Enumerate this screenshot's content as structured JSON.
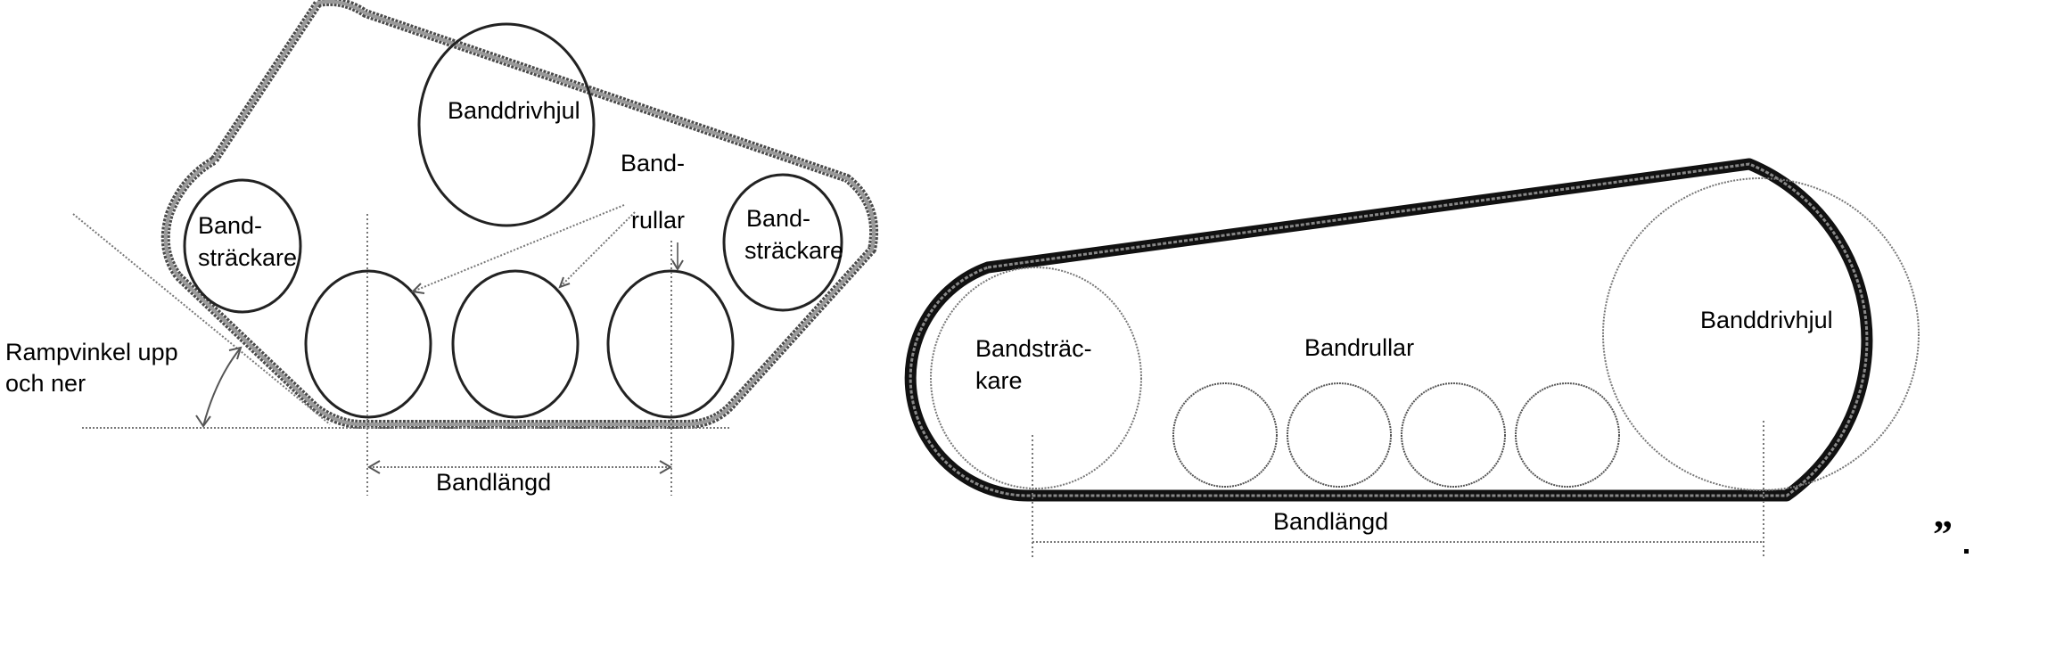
{
  "left_diagram": {
    "drive_wheel": "Banddrivhjul",
    "tensioner_left": [
      "Band-",
      "sträckare"
    ],
    "tensioner_right": [
      "Band-",
      "sträckare"
    ],
    "rollers": [
      "Band-",
      "rullar"
    ],
    "ramp_angle": [
      "Rampvinkel upp",
      "och ner"
    ],
    "track_length": "Bandlängd"
  },
  "right_diagram": {
    "tensioner": [
      "Bandsträc-",
      "kare"
    ],
    "rollers": "Bandrullar",
    "drive_wheel": "Banddrivhjul",
    "track_length": "Bandlängd"
  },
  "closing_quote": "”",
  "colors": {
    "ink": "#000000",
    "track_left": "#555555",
    "track_right": "#111111",
    "dotted": "#6a6a6a"
  }
}
